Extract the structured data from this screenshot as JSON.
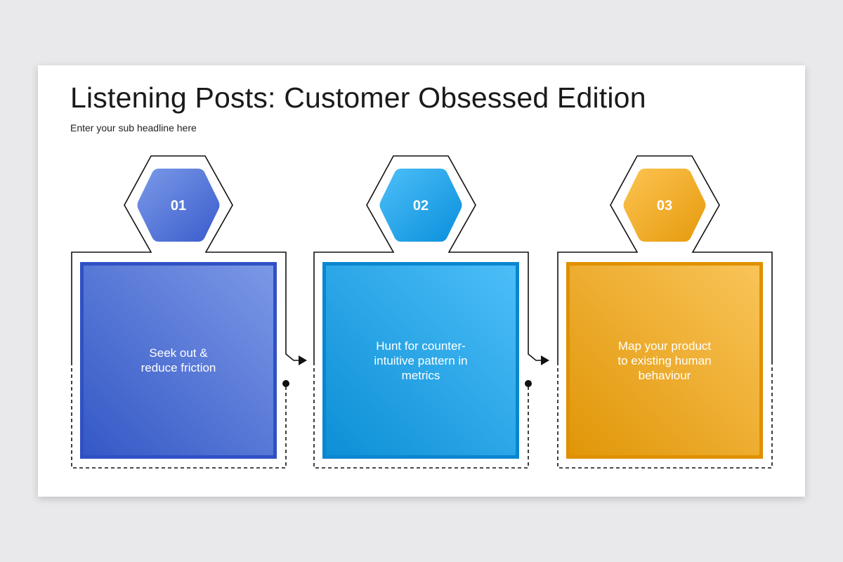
{
  "slide": {
    "title": "Listening Posts: Customer Obsessed Edition",
    "subtitle": "Enter your sub headline here"
  },
  "steps": [
    {
      "number": "01",
      "text": "Seek out &\nreduce friction",
      "color_light": "#7b9ae8",
      "color_dark": "#3a5ccc"
    },
    {
      "number": "02",
      "text": "Hunt for counter-\nintuitive pattern in\nmetrics",
      "color_light": "#4dbff8",
      "color_dark": "#0a8fdc"
    },
    {
      "number": "03",
      "text": "Map your product\nto existing human\nbehaviour",
      "color_light": "#fcc452",
      "color_dark": "#e69a0c"
    }
  ],
  "outline_color": "#111111",
  "icons": [
    "arrow-right-icon",
    "dot-connector-icon"
  ]
}
